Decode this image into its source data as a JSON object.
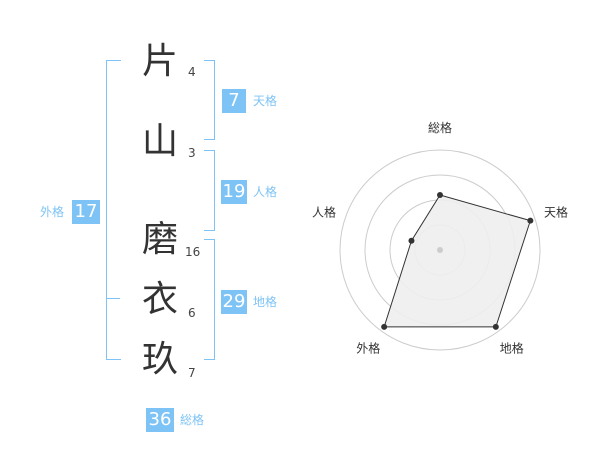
{
  "name": {
    "chars": [
      {
        "char": "片",
        "strokes": "4"
      },
      {
        "char": "山",
        "strokes": "3"
      },
      {
        "char": "磨",
        "strokes": "16"
      },
      {
        "char": "衣",
        "strokes": "6"
      },
      {
        "char": "玖",
        "strokes": "7"
      }
    ]
  },
  "grades": {
    "tenkaku": {
      "value": "7",
      "label": "天格"
    },
    "jinkaku": {
      "value": "19",
      "label": "人格"
    },
    "chikaku": {
      "value": "29",
      "label": "地格"
    },
    "gaikaku": {
      "value": "17",
      "label": "外格"
    },
    "soukaku": {
      "value": "36",
      "label": "総格"
    }
  },
  "colors": {
    "accent": "#7ec3f5",
    "text": "#333333",
    "grid": "#cccccc",
    "fill": "#eeeeee"
  },
  "chart_data": {
    "type": "radar",
    "axes": [
      "総格",
      "天格",
      "地格",
      "外格",
      "人格"
    ],
    "values": [
      0.55,
      0.95,
      0.95,
      0.95,
      0.3
    ],
    "range": [
      0,
      1
    ],
    "rings": 4
  }
}
